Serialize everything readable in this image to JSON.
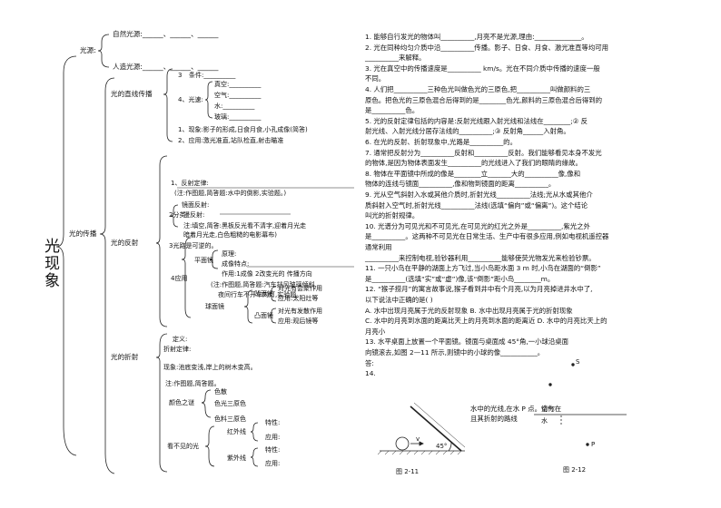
{
  "mindmap": {
    "root": "光现象",
    "branch": "光的传播",
    "source": {
      "label": "光源:",
      "natural": "自然光源:______、______、______",
      "artificial": "人造光源:______、______、______"
    },
    "straight": {
      "label": "光的直线传播",
      "n3": "3",
      "cond": "条件:__________",
      "n4": "4、光速:",
      "vacuum": "真空:__________",
      "air": "空气:__________",
      "water": "水:__________",
      "glass": "玻璃:__________",
      "p1": "1、现象:影子的形成,日食月食,小孔成像(简答)",
      "p2": "2、应用:激光准直,站队检直,射击瞄准"
    },
    "reflection": {
      "label": "光的反射",
      "i1": "1、反射定律:",
      "note1": "(注:作图题,简答题:水中的倒影,实验题。)",
      "mirror": "镜面反射:",
      "cls": "2分类",
      "diffuse": "漫反射:",
      "note2a": "注:填空,简答:黑板反光看不清字,迎着月光走",
      "note2b": "暗着月光走,白色粗糙的电影幕布)",
      "rev": "3光路是可逆的。",
      "flat": "平面镜",
      "principle": "原理:",
      "image": "成像特点:",
      "use": "作用:1成像 2改变光的 传播方向",
      "app": "4应用",
      "note3a": "(注:作图题,简答题:汽车挡风玻璃倾斜,",
      "note3b": "夜间行车不开车内灯,实验题。",
      "concave": "凹面镜",
      "concave1": "对光有会聚作用",
      "concave2": "应用:太阳灶等",
      "spherical": "球面镜",
      "convex": "凸面镜",
      "convex1": "对光有发散作用",
      "convex2": "应用:观后镜等"
    },
    "refraction": {
      "label": "光的折射",
      "def": "定义:",
      "law": "折射定律:",
      "phen": "现象:池底变浅,岸上的树木变高。",
      "note": "注:作图题,简答题。",
      "disp": "颜色之谜",
      "color1": "色散",
      "color2": "色光三原色",
      "color3": "色料三原色",
      "invisible": "看不见的光",
      "red": "红外线",
      "uv": "紫外线",
      "prop1": "特性:",
      "app1": "应用:",
      "prop2": "特性:",
      "app2": "应用:"
    }
  },
  "questions": [
    "1. 能够自行发光的物体叫__________,月亮不是光源,理由:______________。",
    "2. 光在同种均匀介质中沿__________传播。影子、日食、月食、激光准直等均可用",
    "__________来解释。",
    "3. 光在真空中的传播速度是__________ km/s。光在不同介质中传播的速度一般",
    "不同。",
    "4. 人们把__________三种色光叫做色光的三原色,把__________叫做颜料的三",
    "原色。把色光的三原色混合后得到的是________色光,颜料的三原色混合后得到的",
    "是__________色。",
    "5. 光的反射定律包括的内容是:反射光线跟入射光线和法线在________;② 反",
    "射光线、入射光线分居存法线的__________;③ 反射角______入射角。",
    "6. 在光的反射、折射现象中,光路是__________的。",
    "7. 通常把反射分为__________反射和__________反射。我们能够看见本身不发光",
    "的物体,是因为物体表面发生__________的光线进入了我们的眼睛的缘故。",
    "8. 物体在平面镜中所成的像是________立_______大的__________像,像和",
    "物体的连线与镜面__________,像和物到镜面的距离__________。",
    "9. 光从空气斜射入水或其他介质时,折射光线__________法线;光从水或其他介",
    "质斜射入空气时,折射光线__________法线(选填“偏向”或“偏离”)。这个结论",
    "叫光的折射规律。",
    "10. 光谱分为可见光和不可见光,在可见光的红光之外是__________,紫光之外",
    "是__________。这两种不可见光在日常生活、生产中有很多应用,例如电视机遥控器",
    "通常利用",
    "__________来控制电视,验钞器利用__________能够使荧光物发光来检验钞票。",
    "11. 一只小鸟在平静的湖面上方飞过,当小鸟距水面 3 m 时,小鸟在湖面的“倒影”",
    "是__________(选填“实”或“虚”)像,该“倒影”距小鸟________m。",
    "12. “猴子捞月”的寓言故事说,猴子看到井中有个月亮,以为月亮掉进井水中了,",
    "以下说法中正确的是(    )",
    "A. 水中出现月亮属于光的反射现象 B. 水中出现月亮属于光的折射现象",
    "C. 水中的月亮到水面的距离比天上的月亮到水面的距离近 D. 水中的月亮比天上的",
    "月亮小",
    "13. 水平桌面上放置一个平面镜。镜面与桌面成 45°角,一小球沿桌面",
    "向镜滚去,如图 2—11 所示,则镜中的小球的像___________。",
    "答:",
    "14."
  ],
  "q14_right": "水中的光线,在水                    P 点。请你在",
  "q14_right2": "且其折射的路线",
  "figures": {
    "fig11": "图 2-11",
    "fig12": "图 2-12",
    "v": "v",
    "angle": "45°",
    "S": "S",
    "air": "空气",
    "water": "水",
    "P": "P"
  }
}
